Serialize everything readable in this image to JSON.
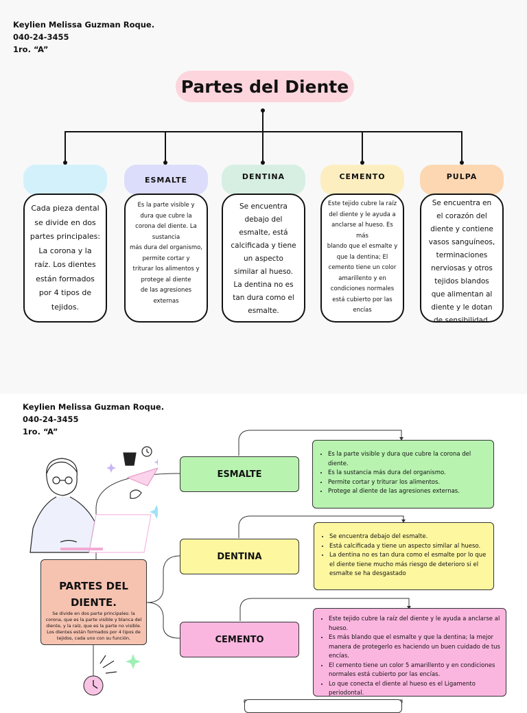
{
  "header": {
    "name": "Keylien Melissa Guzman Roque.",
    "id": "040-24-3455",
    "grade": "1ro. “A”"
  },
  "page1": {
    "title": "Partes del Diente",
    "pills": [
      {
        "label": "",
        "color": "#d3f1fb"
      },
      {
        "label": "ESMALTE",
        "color": "#dcdcfb"
      },
      {
        "label": "DENTINA",
        "color": "#d7efe3"
      },
      {
        "label": "CEMENTO",
        "color": "#fdeec0"
      },
      {
        "label": "PULPA",
        "color": "#fdd7b1"
      }
    ],
    "cards": [
      {
        "lines": [
          "Cada pieza dental",
          "se divide en dos",
          "partes principales:",
          "La corona y la",
          "raíz. Los dientes",
          "están formados",
          "por 4 tipos de",
          "tejidos."
        ]
      },
      {
        "lines": [
          "Es la parte visible y",
          "dura que cubre la",
          "corona del diente. La",
          "sustancia",
          "más dura del organismo,",
          "permite cortar y",
          "triturar los alimentos y",
          "protege al diente",
          "de las agresiones",
          "externas"
        ]
      },
      {
        "lines": [
          "Se encuentra",
          "debajo del",
          "esmalte, está",
          "calcificada y tiene",
          "un aspecto",
          "similar al hueso.",
          "La dentina no es",
          "tan dura como el",
          "esmalte."
        ]
      },
      {
        "lines": [
          "Este tejido cubre la raíz",
          "del diente y le ayuda a",
          "anclarse al hueso. Es",
          "más",
          "blando que el esmalte y",
          "que la dentina; El",
          "cemento tiene un color",
          "amarillento y en",
          "condiciones normales",
          "está cubierto por las",
          "encías"
        ]
      },
      {
        "lines": [
          "Se encuentra en",
          "el corazón del",
          "diente y contiene",
          "vasos sanguíneos,",
          "terminaciones",
          "nerviosas y otros",
          "tejidos blandos",
          "que alimentan al",
          "diente y le dotan",
          "de sensibilidad."
        ]
      }
    ]
  },
  "page2": {
    "main_title": "PARTES DEL DIENTE.",
    "main_desc": "Se divide en dos parte principales: la corona, que es la parte visible y blanca del diente, y la raíz, que es la parte no visible. Los dientes están formados por 4 tipos de tejidos, cada uno con su función.",
    "sections": [
      {
        "label": "ESMALTE",
        "color": "#b8f3b0",
        "bullets": [
          "Es la parte visible y dura que cubre la corona del diente.",
          "Es la sustancia más dura del organismo.",
          "Permite cortar y triturar los alimentos.",
          "Protege al diente de las agresiones externas."
        ]
      },
      {
        "label": "DENTINA",
        "color": "#fdf7a0",
        "bullets": [
          "Se encuentra debajo del esmalte.",
          "Está calcificada y tiene un aspecto similar al hueso.",
          "La dentina no es tan dura como el esmalte por lo que el diente tiene mucho más riesgo de deterioro si el esmalte se ha desgastado"
        ]
      },
      {
        "label": "CEMENTO",
        "color": "#fbb6e0",
        "bullets": [
          "Este tejido cubre la raíz del diente y le ayuda a anclarse al hueso.",
          "Es más blando que el esmalte y que la dentina; la mejor manera de protegerlo es haciendo un buen cuidado de tus encías.",
          "El cemento tiene un color 5 amarillento y en condiciones normales está cubierto por las encías.",
          "Lo que conecta el diente al hueso es el Ligamento periodontal."
        ]
      }
    ]
  }
}
